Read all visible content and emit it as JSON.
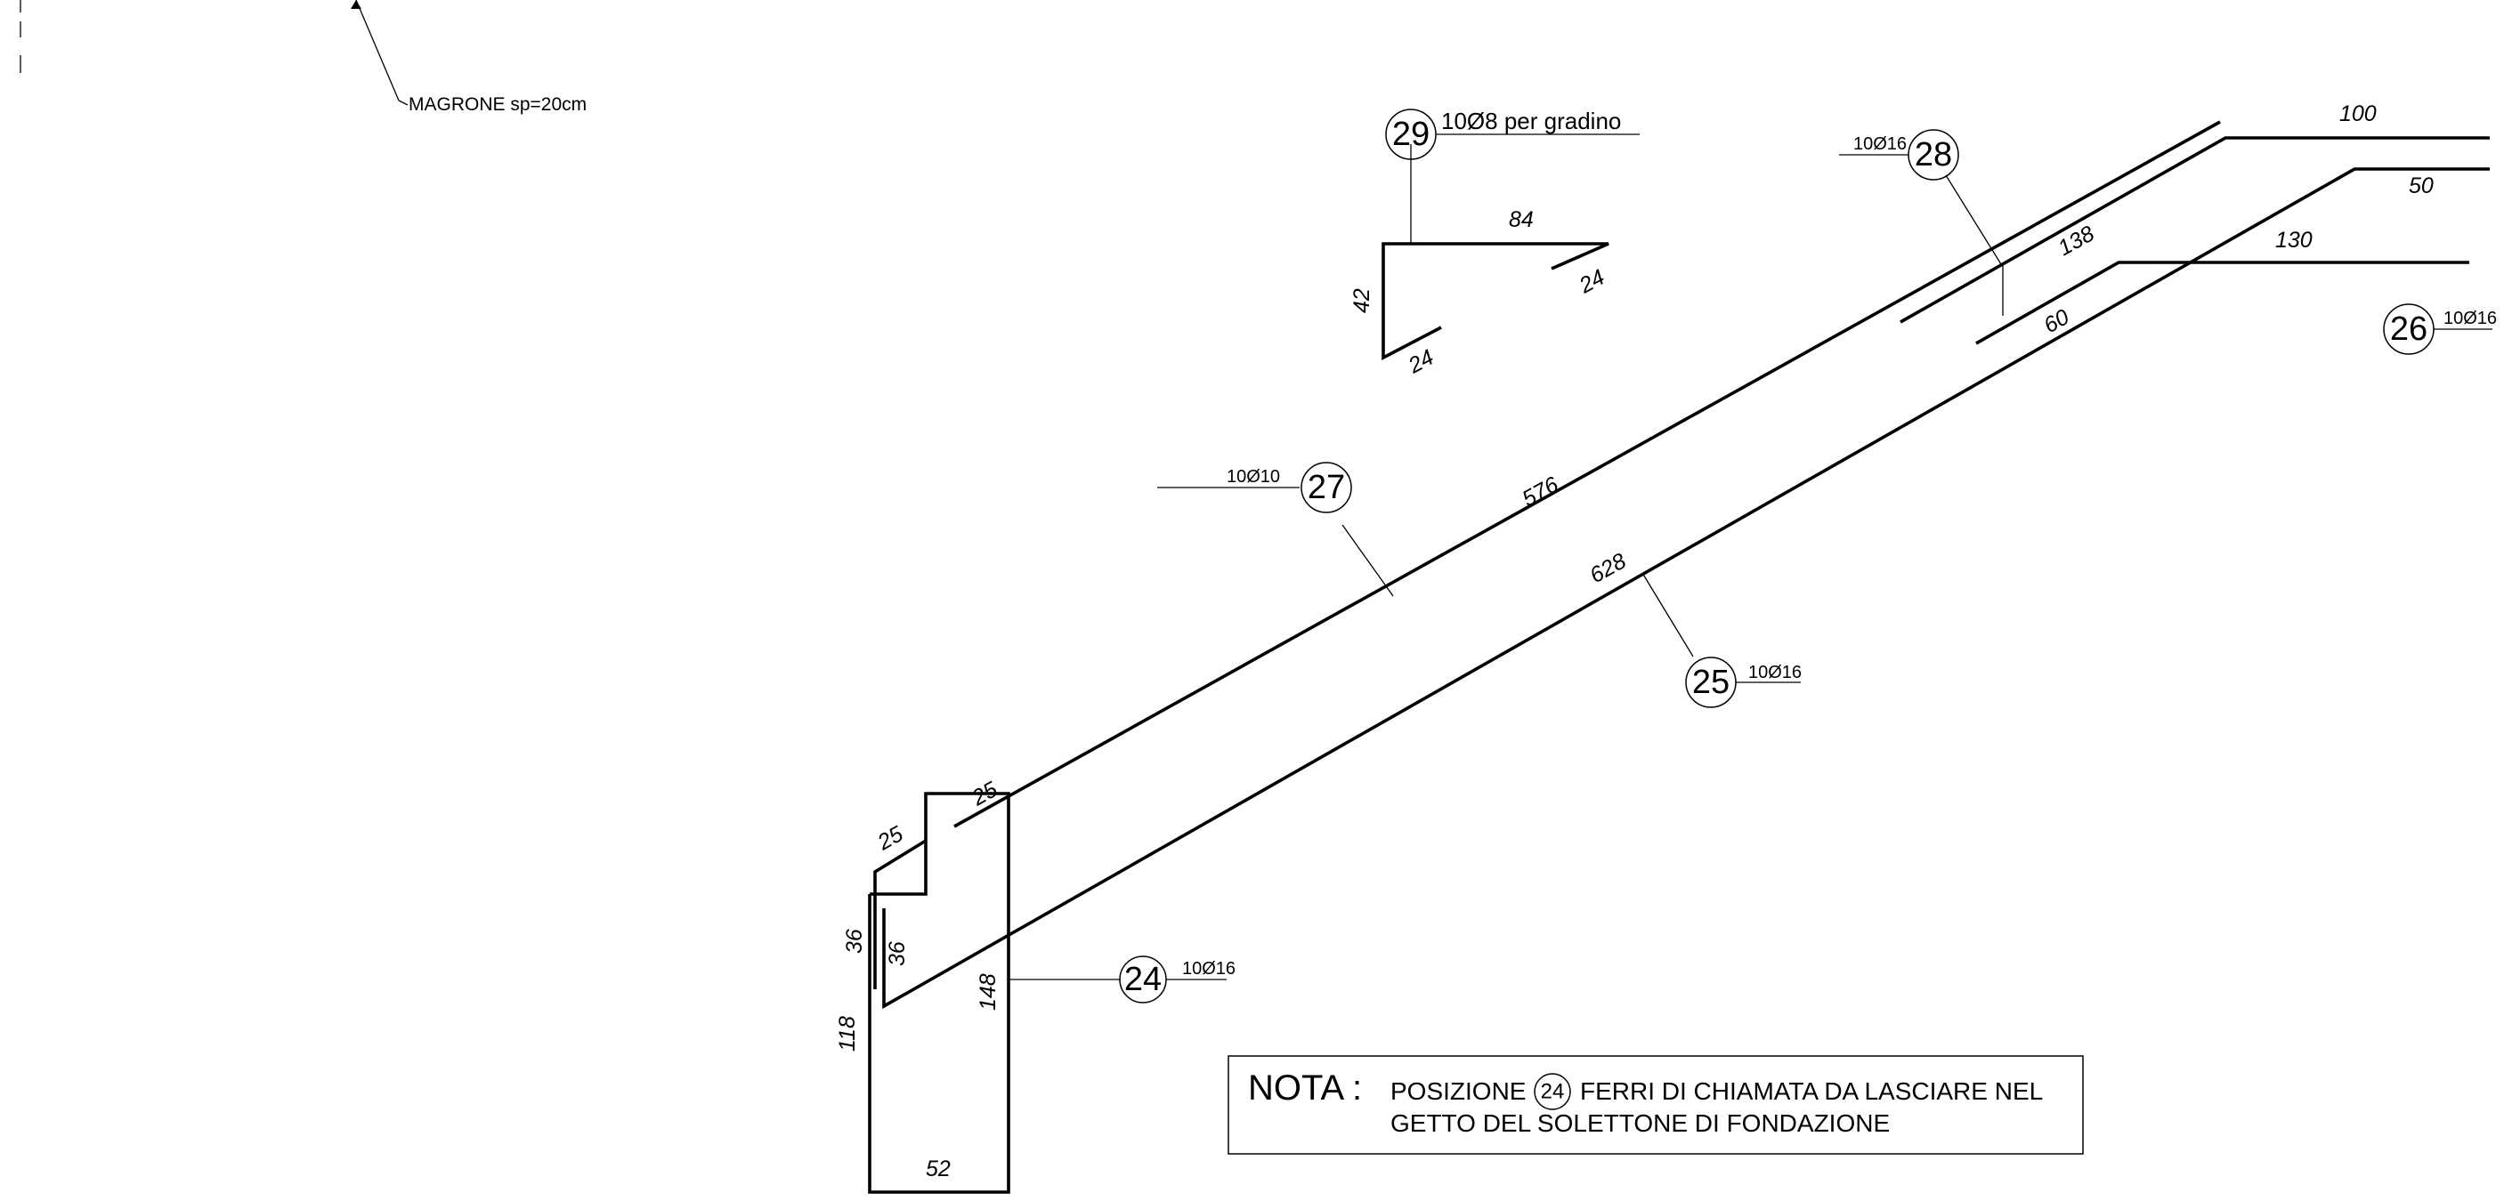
{
  "magrone": {
    "label": "MAGRONE sp=20cm"
  },
  "bars": {
    "b24": {
      "mark": "24",
      "spec": "10Ø16",
      "dims": {
        "d25": "25",
        "d36": "36",
        "d118": "118",
        "d148": "148",
        "d52": "52"
      }
    },
    "b25": {
      "mark": "25",
      "spec": "10Ø16",
      "dims": {
        "d628": "628",
        "d60": "60",
        "d50": "50"
      }
    },
    "b26": {
      "mark": "26",
      "spec": "10Ø16",
      "dims": {
        "d130": "130"
      }
    },
    "b27": {
      "mark": "27",
      "spec": "10Ø10",
      "dims": {
        "d576": "576",
        "d25": "25",
        "d36": "36"
      }
    },
    "b28": {
      "mark": "28",
      "spec": "10Ø16",
      "dims": {
        "d138": "138",
        "d100": "100"
      }
    },
    "b29": {
      "mark": "29",
      "spec": "10Ø8 per gradino",
      "dims": {
        "d84": "84",
        "d42": "42",
        "d24a": "24",
        "d24b": "24"
      }
    }
  },
  "nota": {
    "title": "NOTA :",
    "line1_pre": "POSIZIONE",
    "line1_mark": "24",
    "line1_post": "FERRI DI CHIAMATA DA LASCIARE NEL",
    "line2": "GETTO DEL SOLETTONE DI FONDAZIONE"
  }
}
